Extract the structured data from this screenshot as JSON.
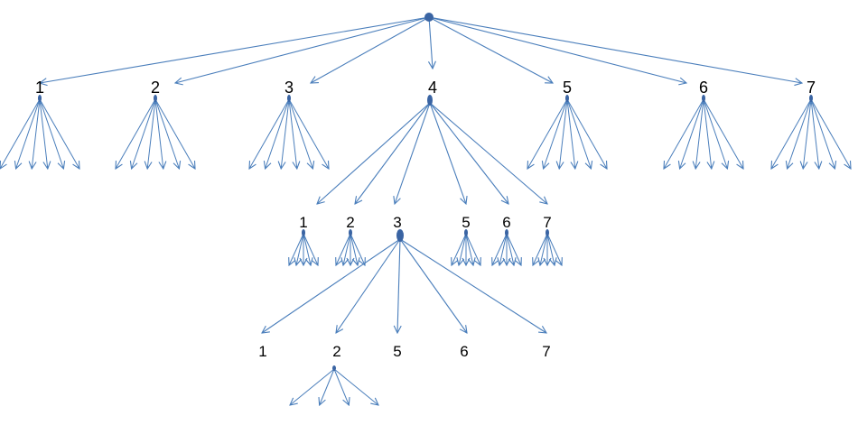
{
  "colors": {
    "edge": "#4a7ebb",
    "node": "#3a64a3",
    "label": "#000000"
  },
  "root": {
    "children": [
      {
        "label": "1",
        "fan_count": 6
      },
      {
        "label": "2",
        "fan_count": 6
      },
      {
        "label": "3",
        "fan_count": 6
      },
      {
        "label": "4",
        "children": [
          {
            "label": "1",
            "fan_count": 5
          },
          {
            "label": "2",
            "fan_count": 5
          },
          {
            "label": "3",
            "children": [
              {
                "label": "1"
              },
              {
                "label": "2",
                "fan_count": 4
              },
              {
                "label": "5"
              },
              {
                "label": "6"
              },
              {
                "label": "7"
              }
            ]
          },
          {
            "label": "5",
            "fan_count": 5
          },
          {
            "label": "6",
            "fan_count": 5
          },
          {
            "label": "7",
            "fan_count": 5
          }
        ]
      },
      {
        "label": "5",
        "fan_count": 6
      },
      {
        "label": "6",
        "fan_count": 6
      },
      {
        "label": "7",
        "fan_count": 6
      }
    ]
  }
}
